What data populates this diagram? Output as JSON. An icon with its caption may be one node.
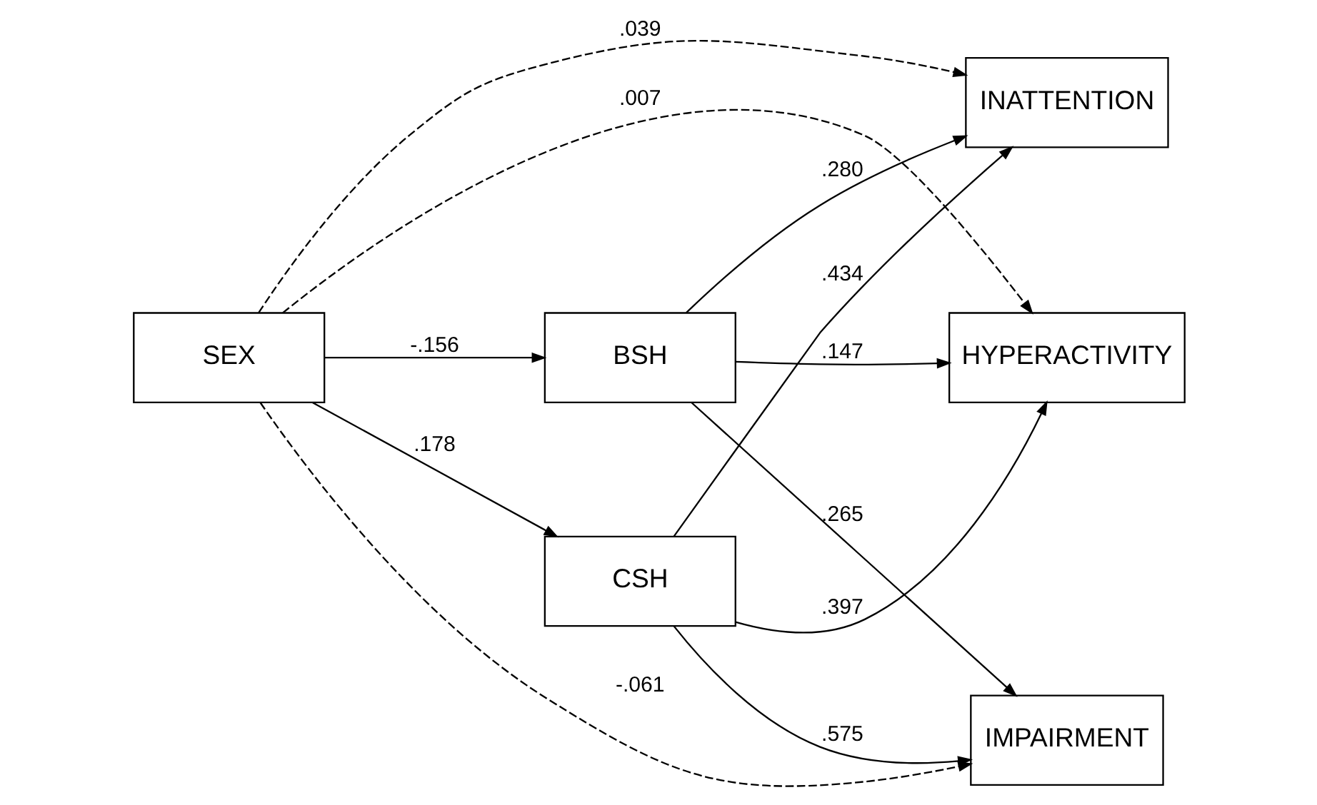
{
  "diagram": {
    "nodes": [
      {
        "text": [
          "INATTENTION"
        ]
      },
      {
        "text": [
          "SEX"
        ]
      },
      {
        "text": [
          "BSH"
        ]
      },
      {
        "text": [
          "HYPERACTIVITY"
        ]
      },
      {
        "text": [
          "CSH"
        ]
      },
      {
        "text": [
          "IMPAIRMENT"
        ]
      }
    ],
    "edges": [
      {
        "from": 1,
        "to": 0,
        "arrow": "to",
        "label": ".039",
        "style": "dashed"
      },
      {
        "from": 1,
        "to": 2,
        "arrow": "to",
        "label": "-.156"
      },
      {
        "from": 1,
        "to": 3,
        "arrow": "to",
        "label": ".007",
        "style": "dashed"
      },
      {
        "from": 1,
        "to": 4,
        "arrow": "to",
        "label": ".178"
      },
      {
        "from": 1,
        "to": 5,
        "arrow": "to",
        "label": "-.061",
        "style": "dashed"
      },
      {
        "from": 2,
        "to": 0,
        "arrow": "to",
        "label": ".280"
      },
      {
        "from": 2,
        "to": 3,
        "arrow": "to",
        "label": ".147"
      },
      {
        "from": 2,
        "to": 5,
        "arrow": "to",
        "label": ".265"
      },
      {
        "from": 4,
        "to": 0,
        "arrow": "to",
        "label": ".434"
      },
      {
        "from": 4,
        "to": 3,
        "arrow": "to",
        "label": ".397"
      },
      {
        "from": 4,
        "to": 5,
        "arrow": "to",
        "label": ".575"
      }
    ]
  }
}
